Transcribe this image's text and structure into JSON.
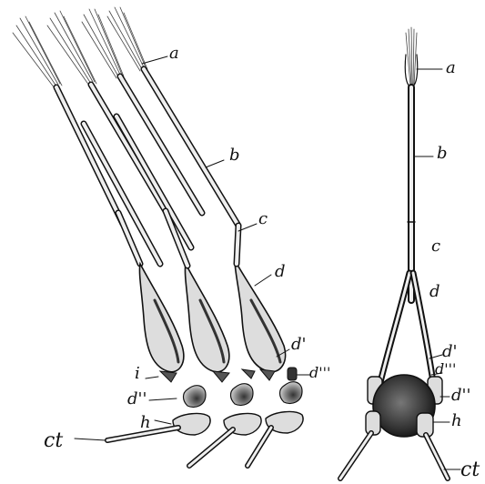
{
  "figure": {
    "left_labels": {
      "a": "a",
      "b": "b",
      "c": "c",
      "d": "d",
      "d1": "d'",
      "d3": "d'''",
      "i": "i",
      "d2": "d''",
      "h": "h",
      "ct": "ct"
    },
    "right_labels": {
      "a": "a",
      "b": "b",
      "c": "c",
      "d": "d",
      "d1": "d'",
      "d3": "d'''",
      "d2": "d''",
      "h": "h",
      "ct": "ct"
    }
  }
}
